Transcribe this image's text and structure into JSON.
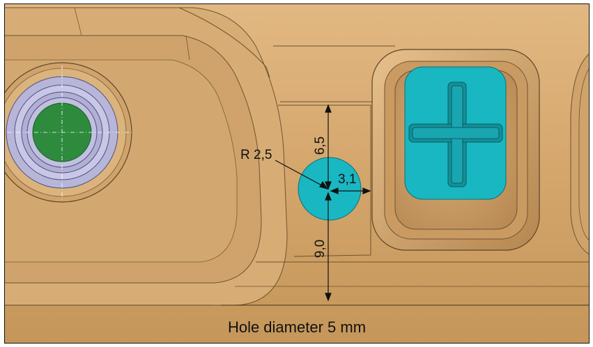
{
  "dimensions": {
    "radius": "R 2,5",
    "distance_top": "6,5",
    "distance_bottom": "9,0",
    "distance_side": "3,1"
  },
  "caption": "Hole diameter 5 mm",
  "colors": {
    "part_surface": "#d7aa72",
    "part_shadow": "#b88a52",
    "hole_fill": "#19b7c2",
    "boss_fill": "#2e8b3e",
    "boss_ring": "#b7b6d9"
  }
}
